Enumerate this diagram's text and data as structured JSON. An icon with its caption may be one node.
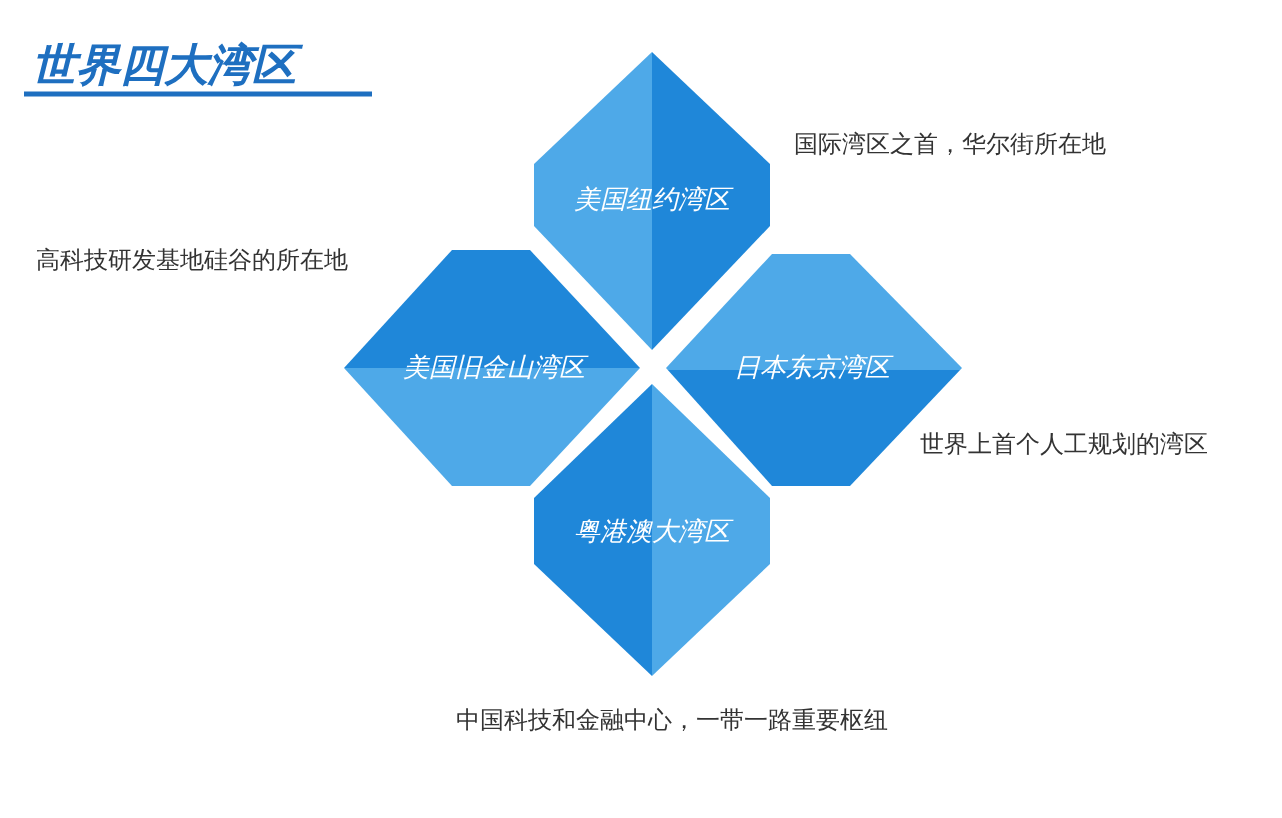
{
  "diagram": {
    "title": "世界四大湾区",
    "nodes": [
      {
        "text": [
          "美国纽约湾区"
        ],
        "beside": [
          "国际湾区之首，华尔街所在地"
        ]
      },
      {
        "text": [
          "美国旧金山湾区"
        ],
        "beside": [
          "高科技研发基地硅谷的所在地"
        ]
      },
      {
        "text": [
          "日本东京湾区"
        ],
        "beside": [
          "世界上首个人工规划的湾区"
        ]
      },
      {
        "text": [
          "粤港澳大湾区"
        ],
        "beside": [
          "中国科技和金融中心，一带一路重要枢纽"
        ]
      }
    ]
  }
}
